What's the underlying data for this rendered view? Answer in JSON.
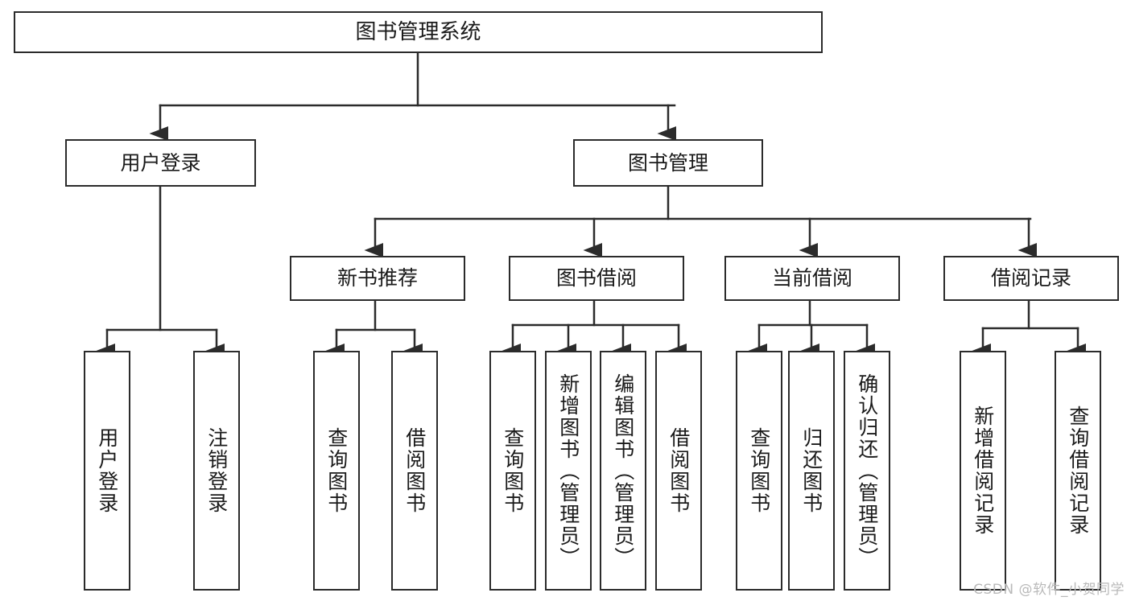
{
  "diagram": {
    "title": "图书管理系统",
    "type": "tree-hierarchy-chart",
    "stroke_color": "#2b2b2b",
    "fill_color": "#ffffff",
    "text_color": "#1a1a1a"
  },
  "nodes": {
    "root": {
      "label": "图书管理系统"
    },
    "level2": [
      {
        "id": "user-login",
        "label": "用户登录"
      },
      {
        "id": "book-manage",
        "label": "图书管理"
      }
    ],
    "level3": [
      {
        "id": "new-book-recommend",
        "label": "新书推荐"
      },
      {
        "id": "book-borrow",
        "label": "图书借阅"
      },
      {
        "id": "current-borrow",
        "label": "当前借阅"
      },
      {
        "id": "borrow-record",
        "label": "借阅记录"
      }
    ],
    "leaves": {
      "user_login": [
        {
          "id": "leaf-user-login",
          "label": "用户登录"
        },
        {
          "id": "leaf-logout-login",
          "label": "注销登录"
        }
      ],
      "new_book_recommend": [
        {
          "id": "leaf-query-book-1",
          "label": "查询图书"
        },
        {
          "id": "leaf-borrow-book-1",
          "label": "借阅图书"
        }
      ],
      "book_borrow": [
        {
          "id": "leaf-query-book-2",
          "label": "查询图书"
        },
        {
          "id": "leaf-add-book",
          "label": "新增图书（管理员）"
        },
        {
          "id": "leaf-edit-book",
          "label": "编辑图书（管理员）"
        },
        {
          "id": "leaf-borrow-book-2",
          "label": "借阅图书"
        }
      ],
      "current_borrow": [
        {
          "id": "leaf-query-book-3",
          "label": "查询图书"
        },
        {
          "id": "leaf-return-book",
          "label": "归还图书"
        },
        {
          "id": "leaf-confirm-return",
          "label": "确认归还（管理员）"
        }
      ],
      "borrow_record": [
        {
          "id": "leaf-add-record",
          "label": "新增借阅记录"
        },
        {
          "id": "leaf-query-record",
          "label": "查询借阅记录"
        }
      ]
    }
  },
  "watermark": {
    "text": "CSDN @软件_小贺同学"
  }
}
